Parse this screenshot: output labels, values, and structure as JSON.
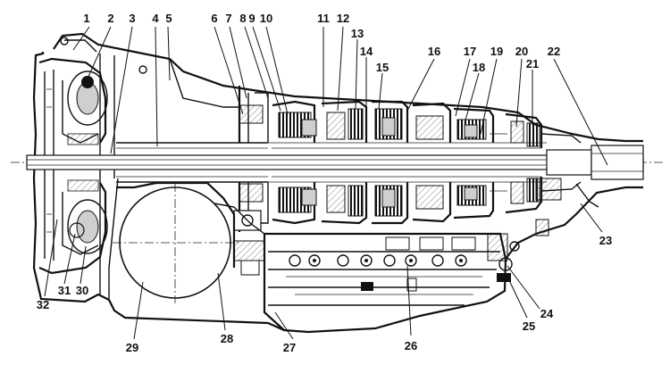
{
  "callouts": [
    "1",
    "2",
    "3",
    "4",
    "5",
    "6",
    "7",
    "8",
    "9",
    "10",
    "11",
    "12",
    "13",
    "14",
    "15",
    "16",
    "17",
    "18",
    "19",
    "20",
    "21",
    "22",
    "23",
    "24",
    "25",
    "26",
    "27",
    "28",
    "29",
    "30",
    "31",
    "32"
  ]
}
